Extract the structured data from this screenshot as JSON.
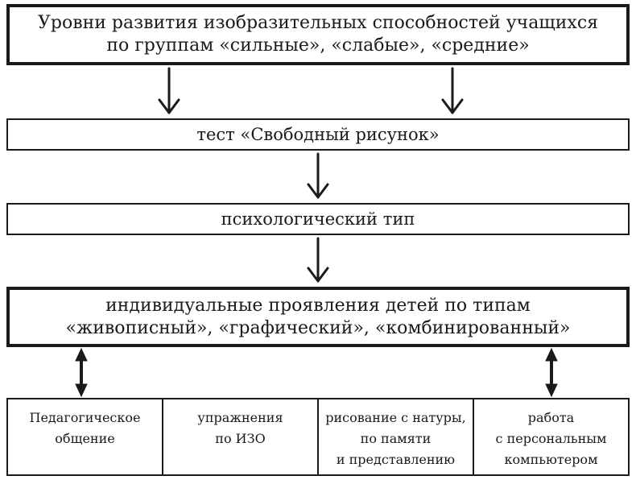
{
  "top_box": {
    "line1": "Уровни развития изобразительных способностей учащихся",
    "line2": "по группам «сильные», «слабые», «средние»"
  },
  "test_box": {
    "label": "тест «Свободный рисунок»"
  },
  "psych_box": {
    "label": "психологический тип"
  },
  "indiv_box": {
    "line1": "индивидуальные проявления детей по типам",
    "line2": "«живописный», «графический», «комбинированный»"
  },
  "bottom_cells": [
    {
      "line1": "Педагогическое",
      "line2": "общение",
      "line3": ""
    },
    {
      "line1": "упражнения",
      "line2": "по ИЗО",
      "line3": ""
    },
    {
      "line1": "рисование с натуры,",
      "line2": "по памяти",
      "line3": "и представлению"
    },
    {
      "line1": "работа",
      "line2": "с персональным",
      "line3": "компьютером"
    }
  ]
}
